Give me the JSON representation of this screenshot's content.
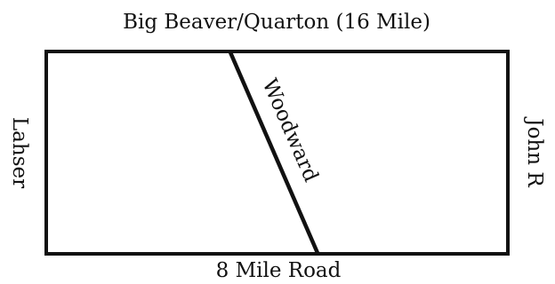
{
  "map": {
    "roads": {
      "north": "Big Beaver/Quarton (16 Mile)",
      "south": "8 Mile Road",
      "west": "Lahser",
      "east": "John R",
      "diagonal": "Woodward"
    },
    "colors": {
      "ink": "#111111",
      "background": "#ffffff"
    }
  }
}
